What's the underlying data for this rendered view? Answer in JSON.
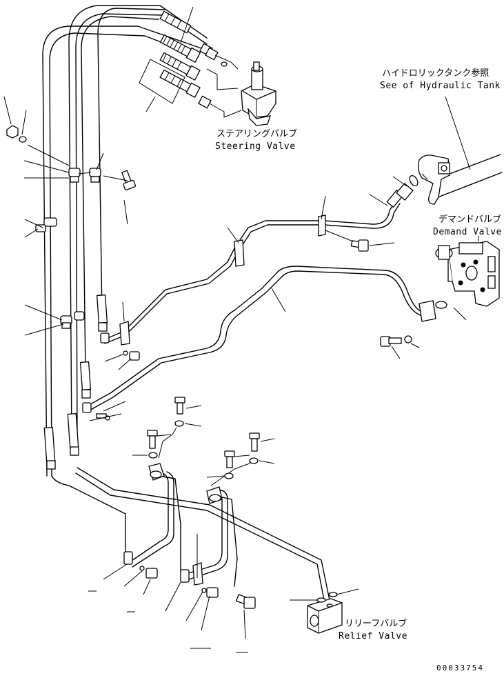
{
  "labels": {
    "steering_jp": "ステアリングバルブ",
    "steering_en": "Steering Valve",
    "tank_jp": "ハイドロリックタンク参照",
    "tank_en": "See of Hydraulic Tank",
    "demand_jp": "デマンドバルブ",
    "demand_en": "Demand Valve",
    "relief_jp": "リリーフバルブ",
    "relief_en": "Relief Valve"
  },
  "drawing_number": "00033754"
}
